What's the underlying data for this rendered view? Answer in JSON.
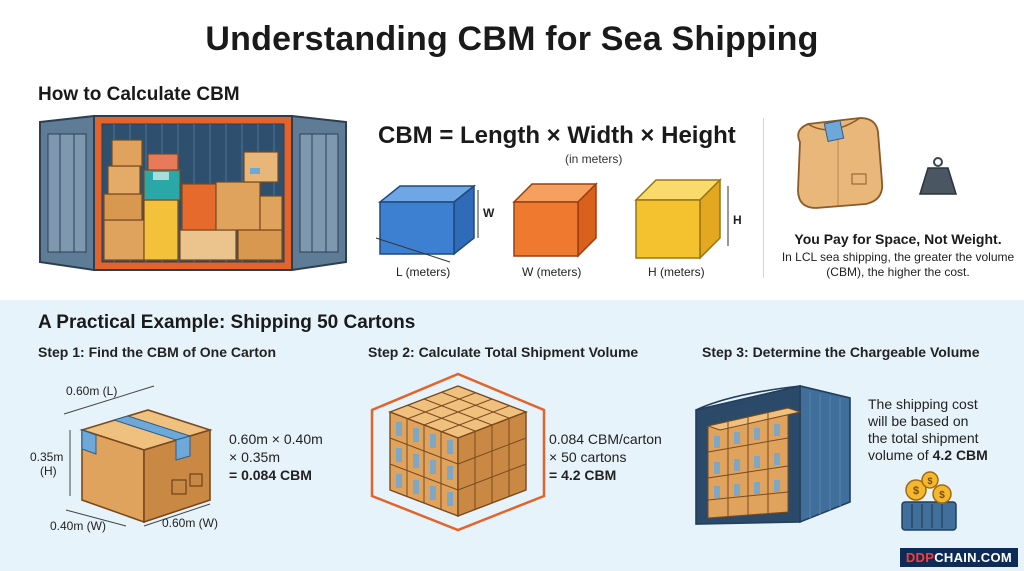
{
  "title": "Understanding CBM for Sea Shipping",
  "calc_section": {
    "heading": "How to Calculate CBM",
    "formula": "CBM = Length × Width × Height",
    "units_note": "(in meters)",
    "cube_labels": {
      "w_side": "W",
      "h_side": "H",
      "length": "L (meters)",
      "width": "W (meters)",
      "height": "H (meters)"
    },
    "cube_colors": {
      "length": "#3d7fd1",
      "width": "#ef7a2f",
      "height": "#f4c12f"
    }
  },
  "pay_note": {
    "title": "You Pay for Space, Not Weight.",
    "description": "In LCL sea shipping, the greater the volume (CBM), the higher the cost."
  },
  "example": {
    "heading": "A Practical Example: Shipping 50 Cartons",
    "steps": [
      {
        "title": "Step 1: Find the CBM of One Carton",
        "dims": {
          "length": "0.60m (L)",
          "height_value": "0.35m",
          "height_tag": "(H)",
          "width_left": "0.40m (W)",
          "width_right": "0.60m (W)"
        },
        "calc_lines": [
          "0.60m × 0.40m",
          "× 0.35m"
        ],
        "result": "= 0.084 CBM"
      },
      {
        "title": "Step 2: Calculate Total Shipment Volume",
        "calc_lines": [
          "0.084 CBM/carton",
          "× 50 cartons"
        ],
        "result": "= 4.2 CBM"
      },
      {
        "title": "Step 3: Determine the Chargeable Volume",
        "note_lines": [
          "The shipping cost",
          "will be based on",
          "the total shipment",
          "volume of "
        ],
        "note_value": "4.2 CBM"
      }
    ]
  },
  "brand": {
    "part1": "DDP",
    "part2": "CHAIN.COM"
  },
  "colors": {
    "container_orange": "#e3632b",
    "container_blue": "#3f6f9a",
    "carton": "#e0a35d",
    "tape": "#6ea8d8",
    "bottom_bg": "#e7f3fa"
  }
}
